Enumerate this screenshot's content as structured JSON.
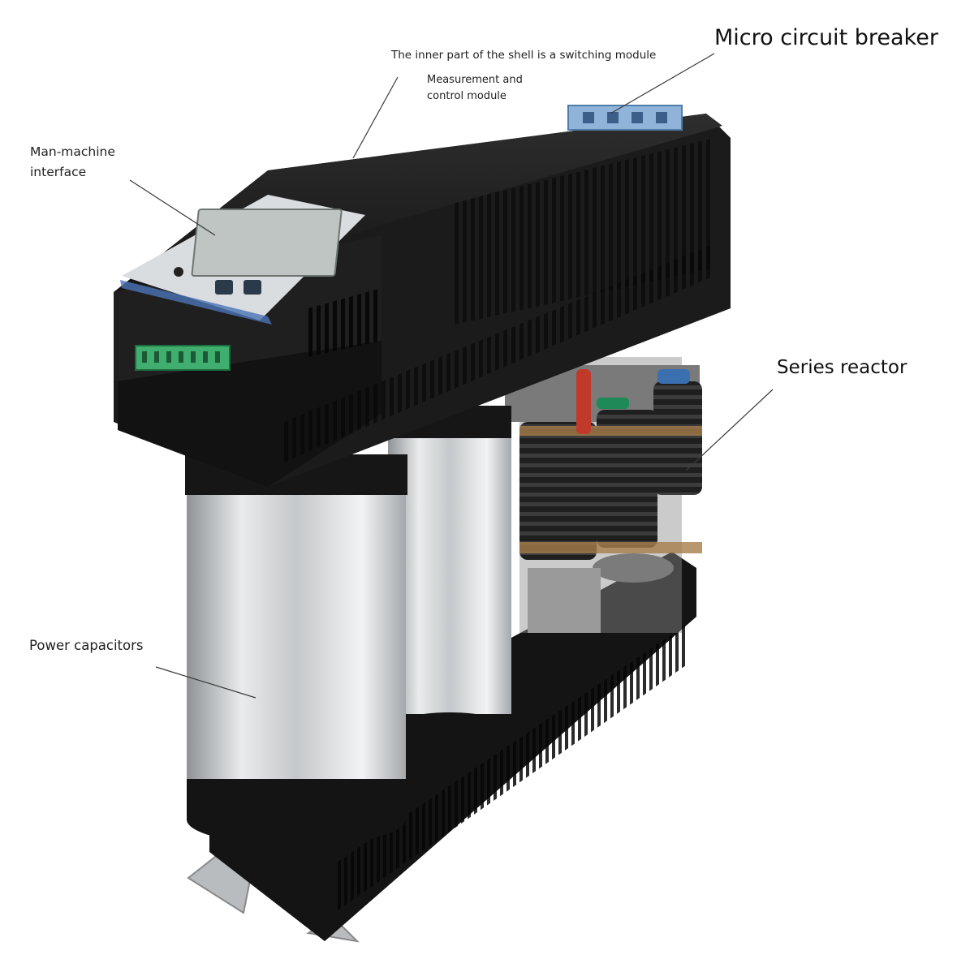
{
  "callouts": {
    "inner_shell": "The inner part of the shell is a switching module",
    "measurement_line1": "Measurement and",
    "measurement_line2": "control module",
    "micro_breaker": "Micro circuit breaker",
    "hmi_line1": "Man-machine",
    "hmi_line2": "interface",
    "series_reactor": "Series reactor",
    "power_capacitors": "Power capacitors"
  },
  "colors": {
    "housing": "#1c1c1c",
    "lcd_screen": "#bfc5c2",
    "capacitor": "#d4d6d8",
    "coil": "#2a2a2a",
    "terminal_block": "#3fae6e",
    "breaker": "#8fb3d9"
  }
}
